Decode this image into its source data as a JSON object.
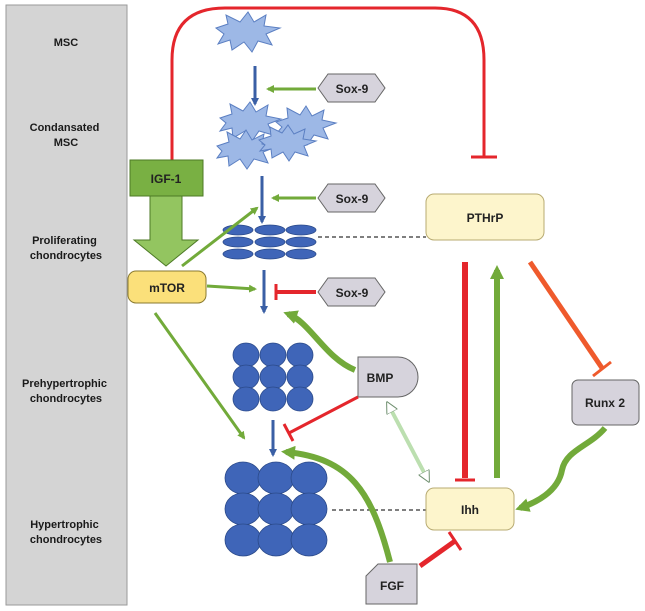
{
  "stages": [
    {
      "lines": [
        "MSC"
      ]
    },
    {
      "lines": [
        "Condansated",
        "MSC"
      ]
    },
    {
      "lines": [
        "Proliferating",
        "chondrocytes"
      ]
    },
    {
      "lines": [
        "Prehypertrophic",
        "chondrocytes"
      ]
    },
    {
      "lines": [
        "Hypertrophic",
        "chondrocytes"
      ]
    }
  ],
  "nodes": {
    "igf1": "IGF-1",
    "mtor": "mTOR",
    "sox9_top": "Sox-9",
    "sox9_mid": "Sox-9",
    "sox9_bottom": "Sox-9",
    "pthrp": "PTHrP",
    "bmp": "BMP",
    "runx2": "Runx 2",
    "ihh": "Ihh",
    "fgf": "FGF"
  },
  "colors": {
    "activation": "#72aa3a",
    "inhibition": "#e4262c",
    "runx_inhibition": "#ef5a2c",
    "progression": "#3a5fa5",
    "cell": "#3f65b8",
    "msc_cell": "#9db8e6",
    "factor_box": "#fdf5cc",
    "signal_box": "#d6d3dc",
    "stage_panel": "#d4d4d4",
    "igf_box": "#79b043",
    "bidirectional": "#bcdfb0"
  }
}
